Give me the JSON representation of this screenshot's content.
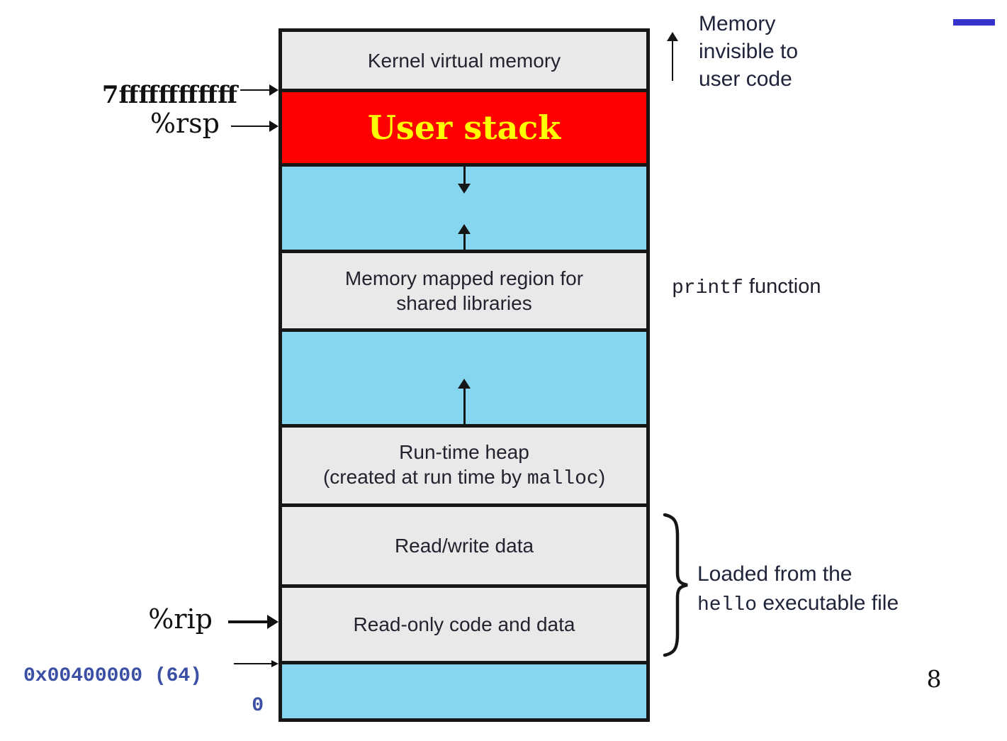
{
  "page": {
    "number": "8"
  },
  "colors": {
    "accent_dash": "#3533cb",
    "stack_fill": "#fe0000",
    "stack_text": "#ffff00",
    "region_blue": "#87d6f0",
    "region_gray": "#e9e9e9",
    "address_blue": "#3b4fa4"
  },
  "diagram": {
    "boxes": [
      {
        "name": "kernel-virtual-memory",
        "fill": "gray",
        "label": "Kernel virtual memory"
      },
      {
        "name": "user-stack",
        "fill": "red",
        "label": "User stack"
      },
      {
        "name": "stack-growth-region",
        "fill": "blue",
        "label": "",
        "arrows": [
          "down",
          "up"
        ]
      },
      {
        "name": "shared-libraries-region",
        "fill": "gray",
        "label": "Memory mapped region for shared libraries"
      },
      {
        "name": "heap-growth-region",
        "fill": "blue",
        "label": "",
        "arrows": [
          "up"
        ]
      },
      {
        "name": "runtime-heap",
        "fill": "gray",
        "line1": "Run-time heap",
        "line2_pre": "(created at run time by ",
        "line2_code": "malloc",
        "line2_post": ")"
      },
      {
        "name": "read-write-data",
        "fill": "gray",
        "label": "Read/write data"
      },
      {
        "name": "read-only-code-data",
        "fill": "gray",
        "label": "Read-only code and data"
      },
      {
        "name": "bottom-unused-region",
        "fill": "blue",
        "label": ""
      }
    ]
  },
  "left": {
    "top_address": "7ffffffffffff",
    "rsp": "%rsp",
    "rip": "%rip",
    "code_start": "0x00400000 (64)",
    "zero": "0"
  },
  "right": {
    "invisible_lines": [
      "Memory",
      "invisible to",
      "user code"
    ],
    "printf_code": "printf",
    "printf_rest": " function",
    "loaded_line1": "Loaded from the",
    "loaded_code": "hello",
    "loaded_rest": " executable file"
  }
}
